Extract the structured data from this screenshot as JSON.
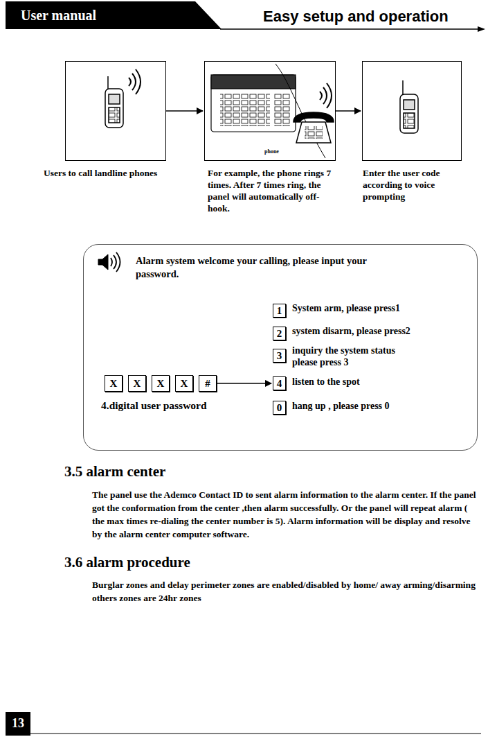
{
  "diagram": {
    "title": "Easy setup and operation",
    "nodes": [
      {
        "text": [
          "Users to call landline phones"
        ]
      },
      {
        "text": [
          "For example, the phone rings 7 times. After 7 times ring, the panel will automatically off-hook."
        ]
      },
      {
        "text": [
          "Enter the user code according to voice prompting"
        ]
      },
      {
        "text": [
          "Alarm system welcome your calling, please input your password.",
          "4.digital user password"
        ]
      },
      {
        "text": [
          "X"
        ],
        "in": 3
      },
      {
        "text": [
          "X"
        ],
        "in": 3
      },
      {
        "text": [
          "X"
        ],
        "in": 3
      },
      {
        "text": [
          "X"
        ],
        "in": 3
      },
      {
        "text": [
          "#"
        ],
        "in": 3
      },
      {
        "text": [
          "1"
        ],
        "in": 3
      },
      {
        "text": [
          "2"
        ],
        "in": 3
      },
      {
        "text": [
          "3"
        ],
        "in": 3
      },
      {
        "text": [
          "4"
        ],
        "in": 3
      },
      {
        "text": [
          "0"
        ],
        "in": 3
      }
    ],
    "edges": [
      {
        "from": 0,
        "to": 1,
        "arrow": "to"
      },
      {
        "from": 1,
        "to": 2,
        "arrow": "to"
      },
      {
        "from": 8,
        "to": 12,
        "arrow": "to"
      }
    ],
    "labels": [
      "User manual",
      "phone",
      "System arm, please press1",
      "system disarm, please press2",
      "inquiry the system status please press 3",
      "listen to the spot",
      "hang up , please press 0",
      "3.5 alarm center",
      "The panel use the Ademco Contact ID to sent alarm information to the alarm center. If the panel got the conformation from the center ,then alarm successfully. Or the panel will repeat alarm ( the max times re-dialing the center number is 5). Alarm information will be display and resolve by the alarm center computer software.",
      "3.6 alarm procedure",
      "Burglar zones and delay perimeter zones are enabled/disabled by home/ away arming/disarming others zones are 24hr zones",
      "13"
    ]
  }
}
